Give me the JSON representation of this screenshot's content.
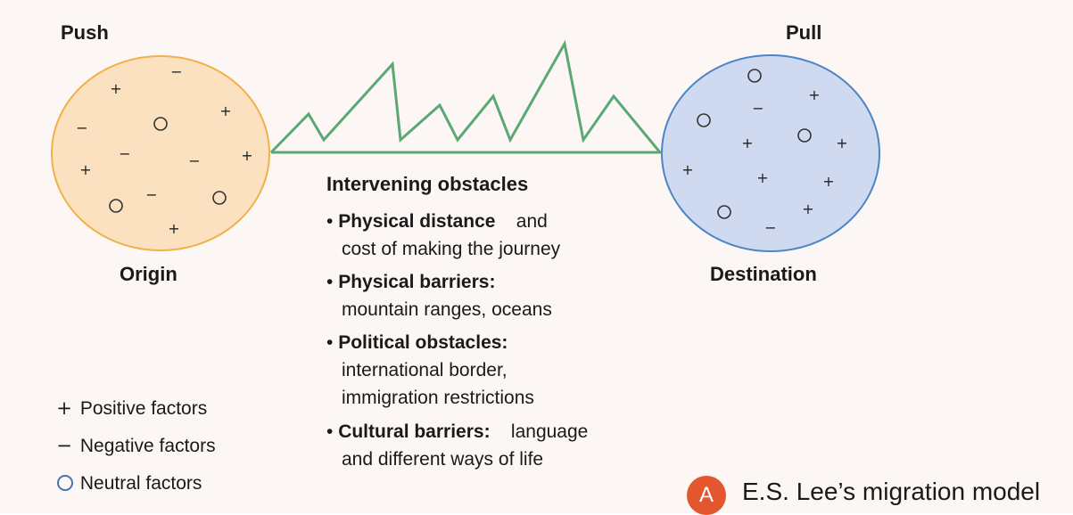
{
  "push_label": "Push",
  "pull_label": "Pull",
  "origin_label": "Origin",
  "destination_label": "Destination",
  "obstacles": {
    "heading": "Intervening obstacles",
    "items": [
      {
        "head": "Physical distance",
        "rest1": "and",
        "rest2": "cost of making the journey"
      },
      {
        "head": "Physical barriers:",
        "rest1": "",
        "rest2": "mountain ranges, oceans"
      },
      {
        "head": "Political obstacles:",
        "rest1": "",
        "rest2": "international border,",
        "rest3": "immigration restrictions"
      },
      {
        "head": "Cultural barriers:",
        "rest1": "language",
        "rest2": "and different ways of life"
      }
    ]
  },
  "legend": {
    "positive_symbol": "+",
    "positive": "Positive factors",
    "negative_symbol": "−",
    "negative": "Negative factors",
    "neutral": "Neutral factors"
  },
  "model": {
    "badge": "A",
    "title": "E.S. Lee’s migration model"
  },
  "colors": {
    "origin_fill": "#fbe1c0",
    "origin_stroke": "#f0b04a",
    "destination_fill": "#cfdaf0",
    "destination_stroke": "#4a86c8",
    "mountain_stroke": "#5aa874",
    "badge": "#e4572e"
  },
  "symbols": {
    "plus": "+",
    "minus": "−"
  }
}
